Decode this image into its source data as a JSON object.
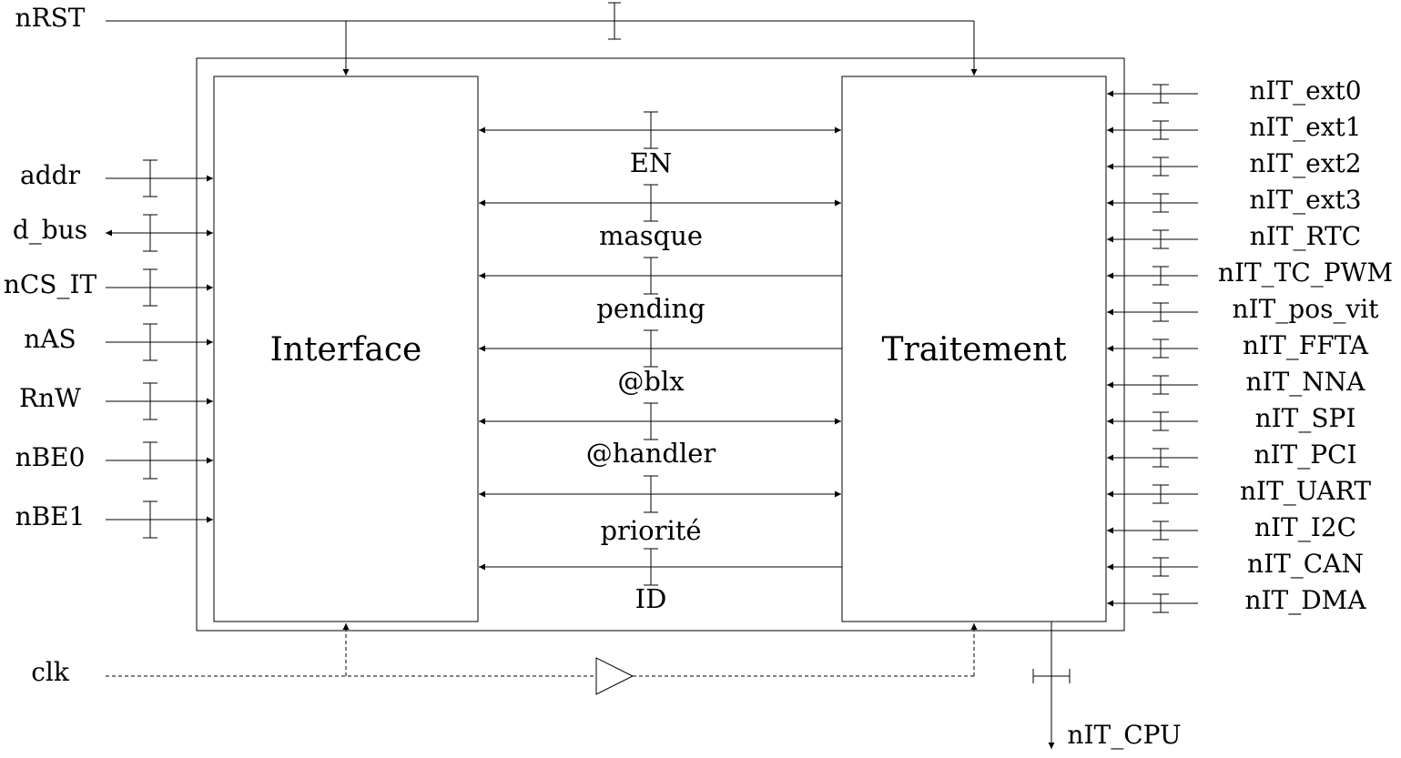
{
  "blocks": {
    "interface": "Interface",
    "traitement": "Traitement"
  },
  "top_signal": "nRST",
  "clock_signal": "clk",
  "output_signal": "nIT_CPU",
  "left_signals": [
    {
      "label": "addr",
      "dir": "in"
    },
    {
      "label": "d_bus",
      "dir": "bi"
    },
    {
      "label": "nCS_IT",
      "dir": "in"
    },
    {
      "label": "nAS",
      "dir": "in"
    },
    {
      "label": "RnW",
      "dir": "in"
    },
    {
      "label": "nBE0",
      "dir": "in"
    },
    {
      "label": "nBE1",
      "dir": "in"
    }
  ],
  "internal_buses": [
    {
      "label": "EN",
      "dir": "bi"
    },
    {
      "label": "masque",
      "dir": "bi"
    },
    {
      "label": "pending",
      "dir": "to_interface"
    },
    {
      "label": "@blx",
      "dir": "to_interface"
    },
    {
      "label": "@handler",
      "dir": "bi"
    },
    {
      "label": "priorité",
      "dir": "bi"
    },
    {
      "label": "ID",
      "dir": "to_interface"
    }
  ],
  "right_signals": [
    "nIT_ext0",
    "nIT_ext1",
    "nIT_ext2",
    "nIT_ext3",
    "nIT_RTC",
    "nIT_TC_PWM",
    "nIT_pos_vit",
    "nIT_FFTA",
    "nIT_NNA",
    "nIT_SPI",
    "nIT_PCI",
    "nIT_UART",
    "nIT_I2C",
    "nIT_CAN",
    "nIT_DMA"
  ]
}
